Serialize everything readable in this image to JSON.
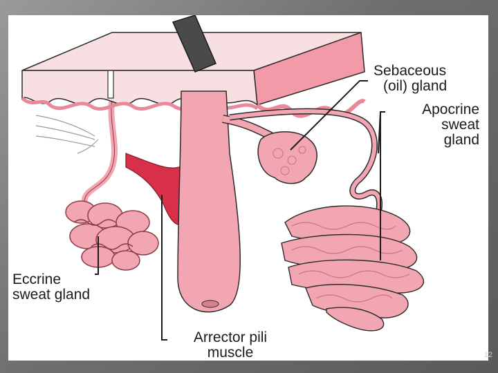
{
  "diagram": {
    "labels": {
      "sebaceous": [
        "Sebaceous",
        "(oil) gland"
      ],
      "apocrine": [
        "Apocrine",
        "sweat",
        "gland"
      ],
      "eccrine": [
        "Eccrine",
        "sweat gland"
      ],
      "arrector": [
        "Arrector pili",
        "muscle"
      ]
    }
  },
  "footer": {
    "right_text": "12"
  },
  "colors": {
    "skin_light": "#f7dfe2",
    "skin_pink": "#f29aa7",
    "gland_pink": "#f2a6b1",
    "muscle_red": "#d9304a",
    "hair_gray": "#4a4a4a",
    "outline": "#2a2a2a"
  }
}
